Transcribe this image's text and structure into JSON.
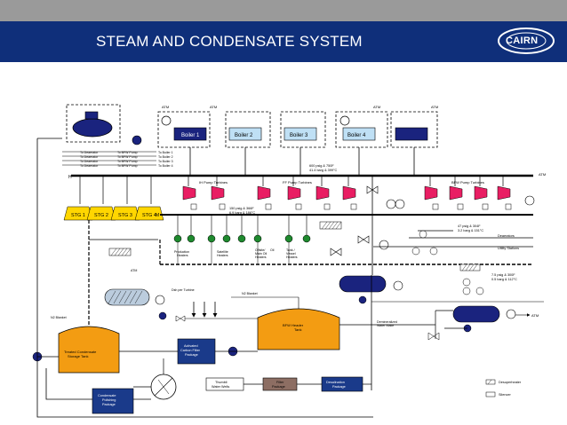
{
  "header": {
    "title": "STEAM AND CONDENSATE SYSTEM",
    "logo_text": "CAIRN"
  },
  "colors": {
    "header": "#0f2f7a",
    "boiler": "#1a237e",
    "turbine": "#e91e63",
    "stg": "#ffd600",
    "tank": "#f39c12",
    "package": "#1a3a8a",
    "filter": "#8d6e63",
    "valve_green": "#1e8a2e"
  },
  "boilers": [
    "Boiler 1",
    "Boiler 2",
    "Boiler 3",
    "Boiler 4"
  ],
  "atm": "ATM",
  "deaerator_lines": [
    "To Deaerator",
    "To Deaerator",
    "To Deaerator",
    "To Deaerator"
  ],
  "bfw_lines": [
    "To BFW Pump",
    "To BFW Pump",
    "To BFW Pump",
    "To BFW Pump"
  ],
  "boiler_lines": [
    "To Boiler 1",
    "To Boiler 2",
    "To Boiler 3",
    "To Boiler 4"
  ],
  "header_spec": [
    "600 psig & 750F",
    "41.4 barg & 399°C"
  ],
  "turbine_groups": {
    "ih": "IH Pump Turbines",
    "ff": "FF Pump Turbines",
    "bfw": "BFW Pump Turbines"
  },
  "stgs": [
    "STG 1",
    "STG 2",
    "STG 3",
    "STG 4"
  ],
  "mid_spec": [
    "150 psig & 366F",
    "6.9 barg & 186°C"
  ],
  "heater_groups": {
    "production": [
      "Production",
      "Heaters"
    ],
    "satellite": [
      "Satellite",
      "Heaters"
    ],
    "offsite": [
      "Offsite/",
      "Main Oil",
      "Heaters"
    ],
    "oil": [
      "Oil"
    ],
    "tank": [
      "Tank /",
      "Vessel",
      "Heaters"
    ]
  },
  "right_spec": [
    "47 psig & 304F",
    "3.2 barg & 151°C"
  ],
  "deaerators": "Deaerators",
  "utility": "Utility Stations",
  "low_spec": [
    "7.5 psig & 300F",
    "0.5 barg & 112°C"
  ],
  "dsh": "Dsh per Turbine",
  "n2_blanket": "N2 Blanket",
  "bfw_tank": [
    "BFW Header",
    "Tank"
  ],
  "treated_tank": [
    "Treated Condensate",
    "Storage Tank"
  ],
  "carbon": [
    "Activated",
    "Carbon Filter",
    "Package"
  ],
  "polishing": [
    "Condensate",
    "Polishing",
    "Package"
  ],
  "thumb": [
    "Thumbli",
    "Water Wells"
  ],
  "filter_pkg": [
    "Filter",
    "Package"
  ],
  "desal_pkg": [
    "Desalination",
    "Package"
  ],
  "demin": [
    "Demineralized",
    "Water Make"
  ],
  "legend": {
    "desuperheater": "Desuperheater",
    "silencer": "Silencer"
  }
}
